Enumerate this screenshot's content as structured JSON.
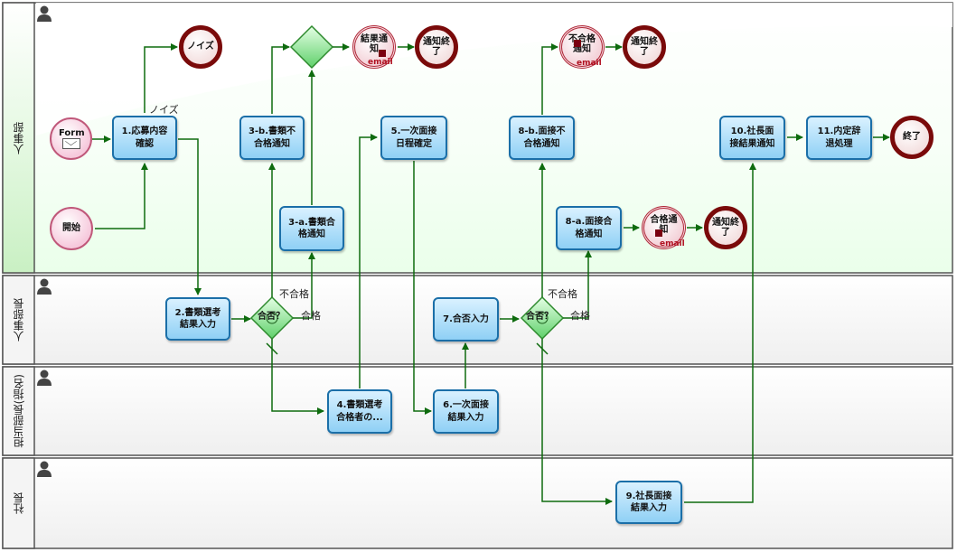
{
  "lanes": [
    {
      "id": "hr",
      "label": "人事部"
    },
    {
      "id": "hr_manager",
      "label": "人事部長"
    },
    {
      "id": "dept_manager",
      "label": "担当部長(指名)"
    },
    {
      "id": "president",
      "label": "社長"
    }
  ],
  "tasks": {
    "t1": "1.応募内容\n確認",
    "t2": "2.書類選考\n結果入力",
    "t3a": "3-a.書類合\n格通知",
    "t3b": "3-b.書類不\n合格通知",
    "t4": "4.書類選考\n合格者の...",
    "t5": "5.一次面接\n日程確定",
    "t6": "6.一次面接\n結果入力",
    "t7": "7.合否入力",
    "t8a": "8-a.面接合\n格通知",
    "t8b": "8-b.面接不\n合格通知",
    "t9": "9.社長面接\n結果入力",
    "t10": "10.社長面\n接結果通知",
    "t11": "11.内定辞\n退処理"
  },
  "events": {
    "start_form": "Form",
    "start": "開始",
    "end_noise": "ノイズ",
    "msg_result": "結果通\n知",
    "end_notify1": "通知終\n了",
    "msg_reject": "不合格\n通知",
    "end_notify2": "通知終\n了",
    "msg_pass": "合格通\n知",
    "end_notify3": "通知終\n了",
    "end_final": "終了"
  },
  "email_label": "email",
  "gateways": {
    "g1": "合否？",
    "g2": "合否？"
  },
  "edge_labels": {
    "noise": "ノイズ",
    "g1_fail": "不合格",
    "g1_pass": "合格",
    "g2_fail": "不合格",
    "g2_pass": "合格"
  }
}
